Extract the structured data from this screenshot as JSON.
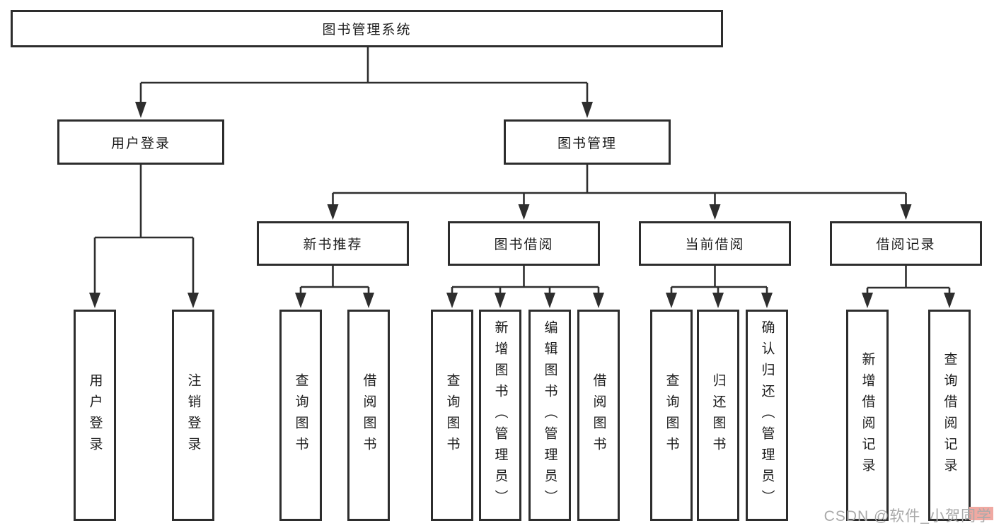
{
  "diagram_title": "图书管理系统",
  "tree": {
    "label": "图书管理系统",
    "children": [
      {
        "label": "用户登录",
        "children": [
          {
            "label": "用户登录"
          },
          {
            "label": "注销登录"
          }
        ]
      },
      {
        "label": "图书管理",
        "children": [
          {
            "label": "新书推荐",
            "children": [
              {
                "label": "查询图书"
              },
              {
                "label": "借阅图书"
              }
            ]
          },
          {
            "label": "图书借阅",
            "children": [
              {
                "label": "查询图书"
              },
              {
                "label": "新增图书（管理员）"
              },
              {
                "label": "编辑图书（管理员）"
              },
              {
                "label": "借阅图书"
              }
            ]
          },
          {
            "label": "当前借阅",
            "children": [
              {
                "label": "查询图书"
              },
              {
                "label": "归还图书"
              },
              {
                "label": "确认归还（管理员）"
              }
            ]
          },
          {
            "label": "借阅记录",
            "children": [
              {
                "label": "新增借阅记录"
              },
              {
                "label": "查询借阅记录"
              }
            ]
          }
        ]
      }
    ]
  },
  "watermark": {
    "text": "CSDN @软件_小贺同学"
  },
  "colors": {
    "line": "#2e2e2e",
    "box_border": "#2d2d2d",
    "text": "#1c1c1c",
    "background": "#ffffff",
    "watermark_text": "#a9a9a9",
    "watermark_highlight": "#f0a9a2"
  }
}
